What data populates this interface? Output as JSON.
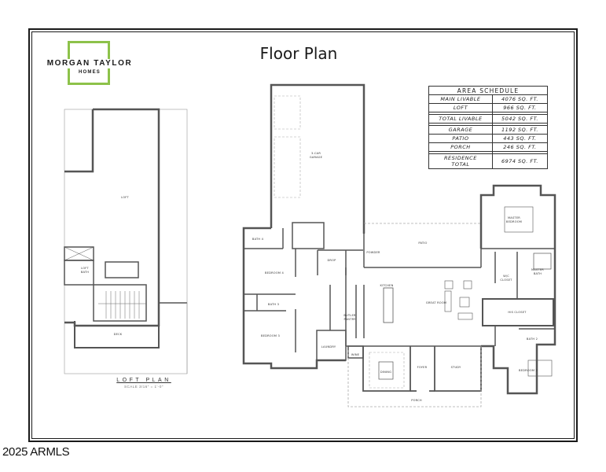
{
  "header": {
    "title": "Floor Plan",
    "logo": {
      "brand": "MORGAN TAYLOR",
      "subtitle": "HOMES",
      "accent_color": "#8dc24a"
    }
  },
  "area_schedule": {
    "title": "AREA SCHEDULE",
    "rows": [
      {
        "label": "MAIN LIVABLE",
        "value": "4076 SQ. FT."
      },
      {
        "label": "LOFT",
        "value": "966 SQ. FT."
      },
      {
        "label": "TOTAL LIVABLE",
        "value": "5042 SQ. FT."
      },
      {
        "label": "GARAGE",
        "value": "1192 SQ. FT."
      },
      {
        "label": "PATIO",
        "value": "443 SQ. FT."
      },
      {
        "label": "PORCH",
        "value": "246 SQ. FT."
      },
      {
        "label": "RESIDENCE TOTAL",
        "label_line1": "RESIDENCE",
        "label_line2": "TOTAL",
        "value": "6974 SQ. FT."
      }
    ]
  },
  "loft_plan": {
    "label": "LOFT PLAN",
    "scale": "SCALE 3/16\" = 1'-0\"",
    "rooms": {
      "loft": "LOFT",
      "loft_bath": "LOFT BATH",
      "deck": "DECK"
    }
  },
  "main_plan": {
    "rooms": {
      "garage": "3-CAR GARAGE",
      "patio": "PATIO",
      "master_bedroom": "MASTER BEDROOM",
      "master_bath": "MASTER BATH",
      "wic": "W/C CLOSET",
      "his_closet": "HIS CLOSET",
      "bath_4": "BATH 4",
      "bedroom_4": "BEDROOM 4",
      "bath_3": "BATH 3",
      "bedroom_3": "BEDROOM 3",
      "bath_2": "BATH 2",
      "bedroom_2": "BEDROOM 2",
      "powder": "POWDER",
      "drop": "DROP",
      "kitchen": "KITCHEN",
      "great_room": "GREAT ROOM",
      "laundry": "LAUNDRY",
      "pantry": "BUTLER PANTRY",
      "wine": "WINE",
      "dining": "DINING",
      "foyer": "FOYER",
      "study": "STUDY",
      "porch": "PORCH"
    }
  },
  "footer": {
    "copyright": "2025 ARMLS"
  }
}
